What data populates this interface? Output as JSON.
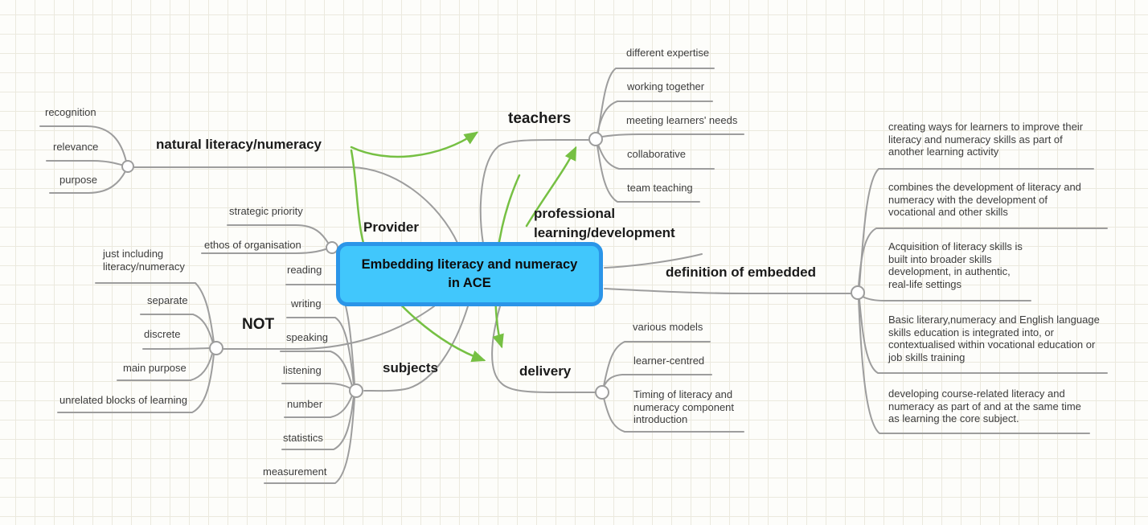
{
  "root": {
    "label": "Embedding literacy and numeracy\nin ACE"
  },
  "branches": [
    {
      "id": "natural",
      "label": "natural literacy/numeracy",
      "children": [
        "recognition",
        "relevance",
        "purpose"
      ]
    },
    {
      "id": "provider",
      "label": "Provider",
      "children": [
        "strategic priority",
        "ethos of organisation"
      ]
    },
    {
      "id": "teachers",
      "label": "teachers",
      "children": [
        "different expertise",
        "working together",
        "meeting learners' needs",
        "collaborative",
        "team teaching"
      ]
    },
    {
      "id": "professional",
      "label": "professional\nlearning/development",
      "children": []
    },
    {
      "id": "definition",
      "label": "definition of embedded",
      "children": [
        "creating ways for learners to improve their\nliteracy and numeracy skills as part of\nanother learning activity",
        "combines the development of literacy and\nnumeracy with the development of\nvocational and other skills",
        "Acquisition of literacy skills is\nbuilt into broader skills\ndevelopment, in authentic,\nreal-life settings",
        "Basic literary,numeracy and English language\nskills education is integrated into, or\ncontextualised within vocational education or\njob skills training",
        "developing course-related literacy and\nnumeracy as part of and at the same time\nas learning the core subject."
      ]
    },
    {
      "id": "delivery",
      "label": "delivery",
      "children": [
        "various models",
        "learner-centred",
        "Timing of literacy and\nnumeracy component\nintroduction"
      ]
    },
    {
      "id": "subjects",
      "label": "subjects",
      "children": [
        "reading",
        "writing",
        "speaking",
        "listening",
        "number",
        "statistics",
        "measurement"
      ]
    },
    {
      "id": "not",
      "label": "NOT",
      "children": [
        "just including\nliteracy/numeracy",
        "separate",
        "discrete",
        "main purpose",
        "unrelated blocks of learning"
      ]
    }
  ],
  "cross_links": [
    {
      "from": "natural literacy/numeracy",
      "to": "teachers"
    },
    {
      "from": "natural literacy/numeracy",
      "to": "delivery"
    },
    {
      "from": "professional learning/development",
      "to": "teachers"
    },
    {
      "from": "teachers",
      "to": "delivery"
    }
  ],
  "colors": {
    "root_fill": "#41c7fc",
    "root_border": "#2b95e8",
    "wire_gray": "#9d9d9d",
    "link_green": "#76c043",
    "grid_line": "#ebe9de",
    "text_dark": "#1a1a1a",
    "text_leaf": "#3c3c3c"
  }
}
